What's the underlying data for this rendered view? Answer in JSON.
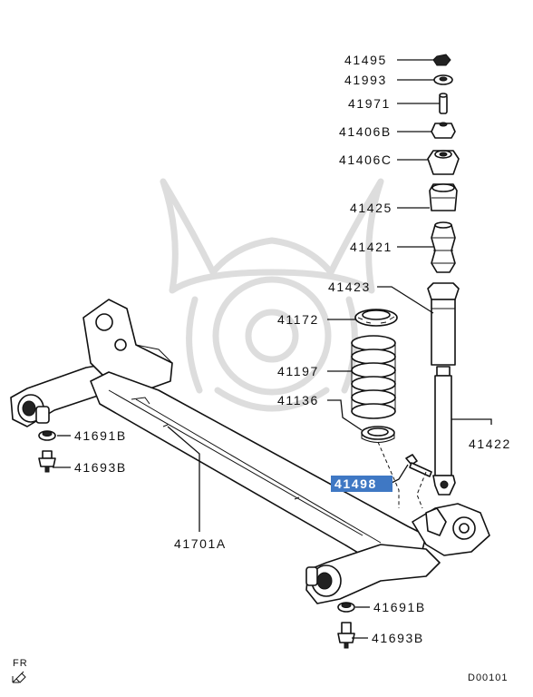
{
  "labels": {
    "p41495": "41495",
    "p41993": "41993",
    "p41971": "41971",
    "p41406b": "41406B",
    "p41406c": "41406C",
    "p41425": "41425",
    "p41421": "41421",
    "p41423": "41423",
    "p41172": "41172",
    "p41197": "41197",
    "p41136": "41136",
    "p41422": "41422",
    "p41498": "41498",
    "p41691b_top": "41691B",
    "p41693b_top": "41693B",
    "p41701a": "41701A",
    "p41691b_bottom": "41691B",
    "p41693b_bottom": "41693B"
  },
  "highlight_color": "#3f78c4",
  "front_indicator": "FR",
  "diagram_code": "D00101"
}
